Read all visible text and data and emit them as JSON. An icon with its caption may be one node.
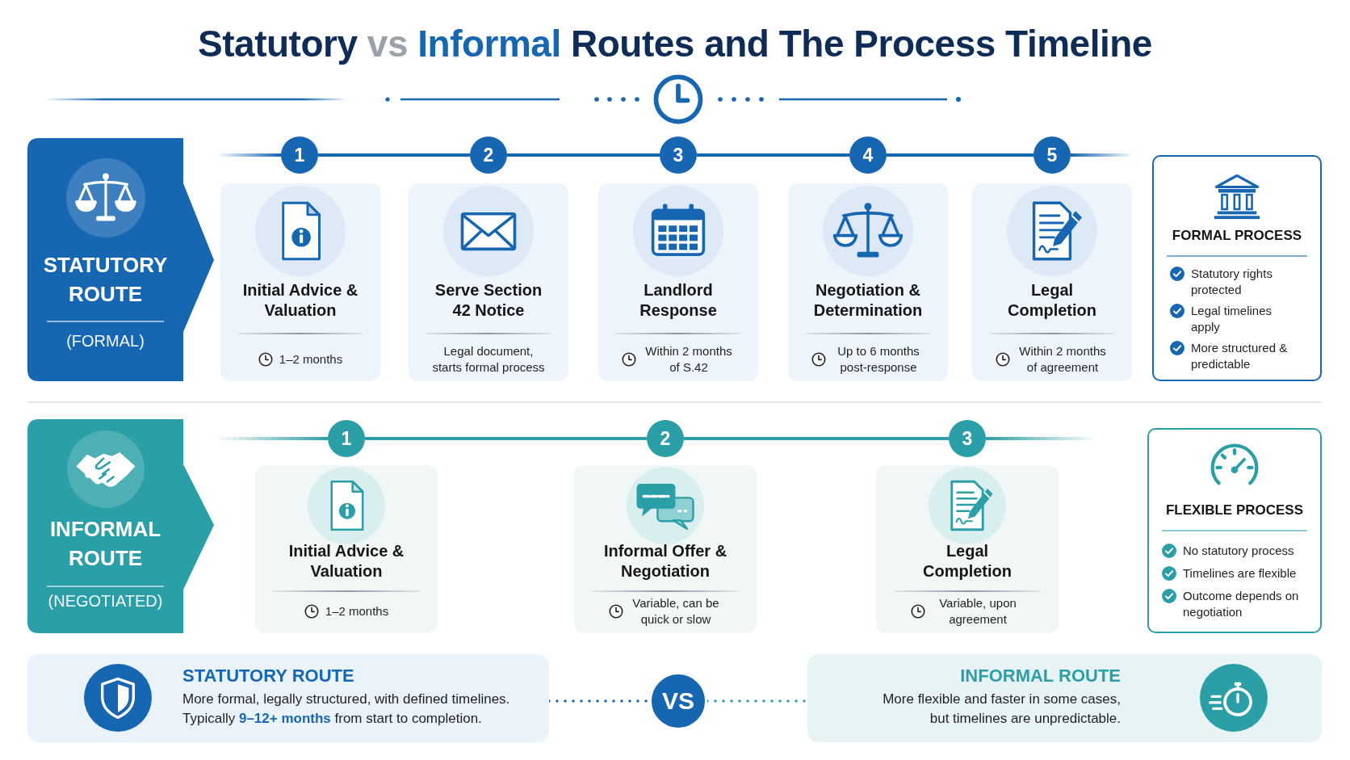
{
  "diagram": {
    "title": "Statutory vs Informal Routes and The Process Timeline",
    "nodes": [
      {
        "text": [
          "STATUTORY ROUTE",
          "(FORMAL)"
        ]
      },
      {
        "text": [
          "1"
        ]
      },
      {
        "text": [
          "Initial Advice & Valuation",
          "1–2 months"
        ]
      },
      {
        "text": [
          "2"
        ]
      },
      {
        "text": [
          "Serve Section 42 Notice",
          "Legal document, starts formal process"
        ]
      },
      {
        "text": [
          "3"
        ]
      },
      {
        "text": [
          "Landlord Response",
          "Within 2 months of S.42"
        ]
      },
      {
        "text": [
          "4"
        ]
      },
      {
        "text": [
          "Negotiation & Determination",
          "Up to 6 months post-response"
        ]
      },
      {
        "text": [
          "5"
        ]
      },
      {
        "text": [
          "Legal Completion",
          "Within 2 months of agreement"
        ]
      },
      {
        "text": [
          "FORMAL PROCESS",
          "Statutory rights protected",
          "Legal timelines apply",
          "More structured & predictable"
        ]
      },
      {
        "text": [
          "INFORMAL ROUTE",
          "(NEGOTIATED)"
        ]
      },
      {
        "text": [
          "1"
        ]
      },
      {
        "text": [
          "Initial Advice & Valuation",
          "1–2 months"
        ]
      },
      {
        "text": [
          "2"
        ]
      },
      {
        "text": [
          "Informal Offer & Negotiation",
          "Variable, can be quick or slow"
        ]
      },
      {
        "text": [
          "3"
        ]
      },
      {
        "text": [
          "Legal Completion",
          "Variable, upon agreement"
        ]
      },
      {
        "text": [
          "FLEXIBLE PROCESS",
          "No statutory process",
          "Timelines are flexible",
          "Outcome depends on negotiation"
        ]
      },
      {
        "text": [
          "STATUTORY ROUTE",
          "More formal, legally structured, with defined timelines. Typically **9–12+ months** from start to completion."
        ]
      },
      {
        "text": [
          "VS"
        ]
      },
      {
        "text": [
          "INFORMAL ROUTE",
          "More flexible and faster in some cases, but timelines are unpredictable."
        ]
      }
    ],
    "edges": [
      {
        "from": null,
        "to": 1,
        "arrow": "none"
      },
      {
        "from": 1,
        "to": 3,
        "arrow": "none"
      },
      {
        "from": 3,
        "to": 5,
        "arrow": "none"
      },
      {
        "from": 5,
        "to": 7,
        "arrow": "none"
      },
      {
        "from": 7,
        "to": 9,
        "arrow": "none"
      },
      {
        "from": 9,
        "to": null,
        "arrow": "none"
      },
      {
        "from": null,
        "to": 13,
        "arrow": "none",
        "color": "#2b9fa7"
      },
      {
        "from": 13,
        "to": 15,
        "arrow": "none",
        "color": "#2b9fa7"
      },
      {
        "from": 15,
        "to": 17,
        "arrow": "none",
        "color": "#2b9fa7"
      },
      {
        "from": 17,
        "to": null,
        "arrow": "none",
        "color": "#2b9fa7"
      },
      {
        "from": 20,
        "to": 21,
        "arrow": "none",
        "style": "dashed"
      },
      {
        "from": 21,
        "to": 22,
        "arrow": "none",
        "style": "dashed",
        "color": "#2b9fa7"
      }
    ]
  }
}
